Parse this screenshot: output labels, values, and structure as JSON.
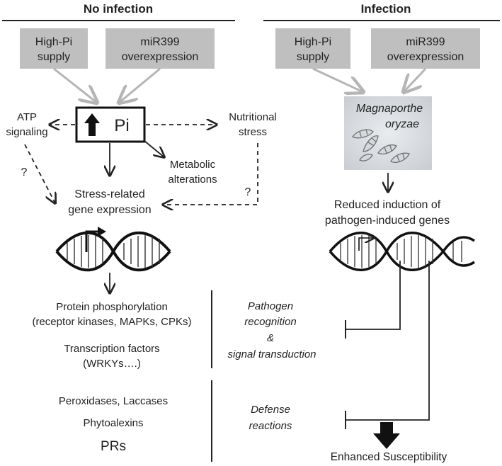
{
  "left_panel": {
    "heading": "No infection",
    "box_high_pi": [
      "High-Pi",
      "supply"
    ],
    "box_mir399": [
      "miR399",
      "overexpression"
    ],
    "pi_label": "Pi",
    "atp": [
      "ATP",
      "signaling"
    ],
    "nutritional": [
      "Nutritional",
      "stress"
    ],
    "metabolic": [
      "Metabolic",
      "alterations"
    ],
    "question_left": "?",
    "question_right": "?",
    "stress_gene": [
      "Stress-related",
      "gene expression"
    ],
    "protein_phos": [
      "Protein phosphorylation",
      "(receptor kinases, MAPKs, CPKs)"
    ],
    "tf": [
      "Transcription factors",
      "(WRKYs….)"
    ],
    "peroxidases": "Peroxidases, Laccases",
    "phytoalexins": "Phytoalexins",
    "prs": "PRs"
  },
  "middle": {
    "pathogen_recognition": [
      "Pathogen",
      "recognition",
      "&",
      "signal transduction"
    ],
    "defense": [
      "Defense",
      "reactions"
    ]
  },
  "right_panel": {
    "heading": "Infection",
    "box_high_pi": [
      "High-Pi",
      "supply"
    ],
    "box_mir399": [
      "miR399",
      "overexpression"
    ],
    "magnaporthe": [
      "Magnaporthe",
      "oryzae"
    ],
    "reduced": [
      "Reduced induction of",
      "pathogen-induced genes"
    ],
    "enhanced": "Enhanced Susceptibility"
  }
}
